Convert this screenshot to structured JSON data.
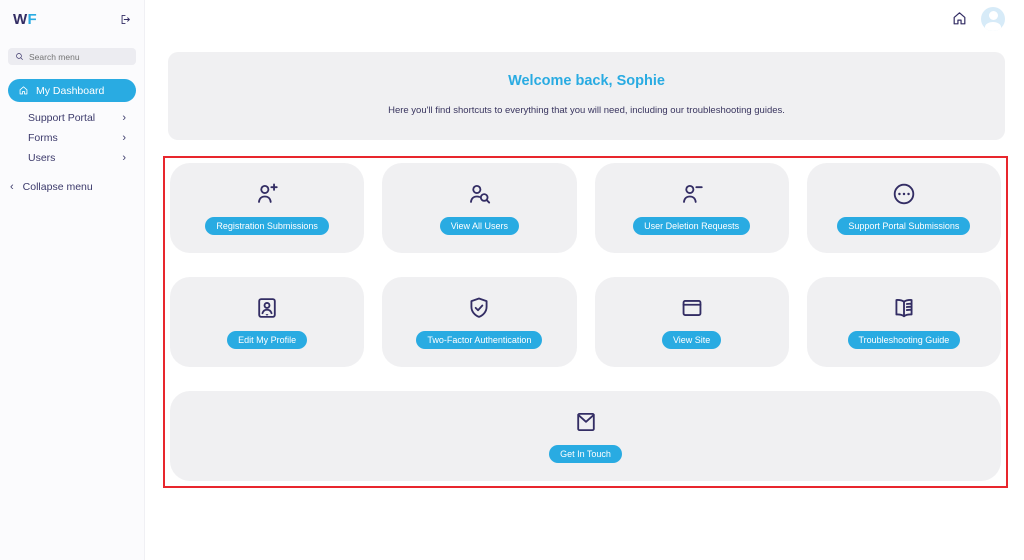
{
  "sidebar": {
    "logo": {
      "part1": "W",
      "part2": "F"
    },
    "search": {
      "placeholder": "Search menu"
    },
    "items": [
      {
        "label": "My Dashboard",
        "active": true,
        "icon": "home-icon"
      },
      {
        "label": "Support Portal",
        "active": false,
        "icon": "chevron-right-icon"
      },
      {
        "label": "Forms",
        "active": false,
        "icon": "chevron-right-icon"
      },
      {
        "label": "Users",
        "active": false,
        "icon": "chevron-right-icon"
      }
    ],
    "collapse_label": "Collapse menu",
    "logout_icon": "logout-icon"
  },
  "topbar": {
    "icons": [
      "home-icon",
      "avatar"
    ]
  },
  "welcome": {
    "title": "Welcome back, Sophie",
    "subtitle": "Here you'll find shortcuts to everything that you will need, including our troubleshooting guides."
  },
  "shortcuts": {
    "items": [
      {
        "label": "Registration Submissions",
        "icon": "user-plus-icon"
      },
      {
        "label": "View All Users",
        "icon": "user-search-icon"
      },
      {
        "label": "User Deletion Requests",
        "icon": "user-minus-icon"
      },
      {
        "label": "Support Portal Submissions",
        "icon": "ellipsis-circle-icon"
      },
      {
        "label": "Edit My Profile",
        "icon": "id-badge-icon"
      },
      {
        "label": "Two-Factor Authentication",
        "icon": "shield-check-icon"
      },
      {
        "label": "View Site",
        "icon": "browser-window-icon"
      },
      {
        "label": "Troubleshooting Guide",
        "icon": "open-book-icon"
      },
      {
        "label": "Get In Touch",
        "icon": "envelope-icon"
      }
    ]
  },
  "glyphs": {
    "chevron_right": "›",
    "chevron_left": "‹"
  },
  "colors": {
    "accent": "#29abe2",
    "navy": "#332d64",
    "card_bg": "#f0f0f2",
    "sidebar_bg": "#fbfbfd",
    "highlight_border": "#e8262d"
  }
}
